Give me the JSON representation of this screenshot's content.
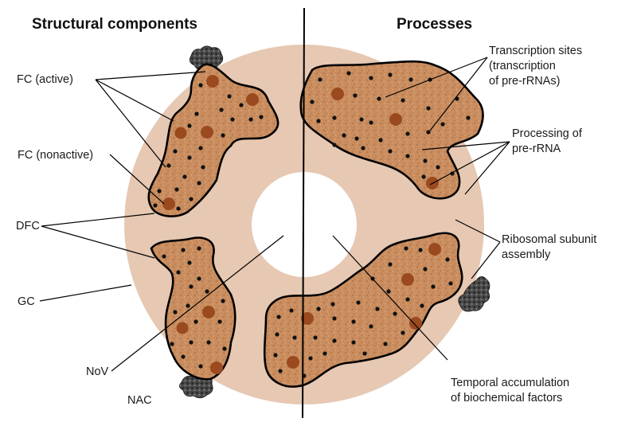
{
  "headings": {
    "left": "Structural components",
    "right": "Processes"
  },
  "left_labels": {
    "fc_active": "FC (active)",
    "fc_nonactive": "FC (nonactive)",
    "dfc": "DFC",
    "gc": "GC",
    "nov": "NoV",
    "nac": "NAC"
  },
  "right_labels": {
    "transcription_sites": [
      "Transcription sites",
      "(transcription",
      "of pre-rRNAs)"
    ],
    "processing": [
      "Processing of",
      "pre-rRNA"
    ],
    "ribosomal": [
      "Ribosomal subunit",
      "assembly"
    ],
    "temporal": [
      "Temporal accumulation",
      "of biochemical factors"
    ]
  },
  "colors": {
    "gc_ring": "#e6c8b3",
    "dfc_fill": "#c88a5c",
    "fc_spot": "#9a4a1e",
    "dot": "#111111",
    "nac": "#3a3a3a"
  }
}
